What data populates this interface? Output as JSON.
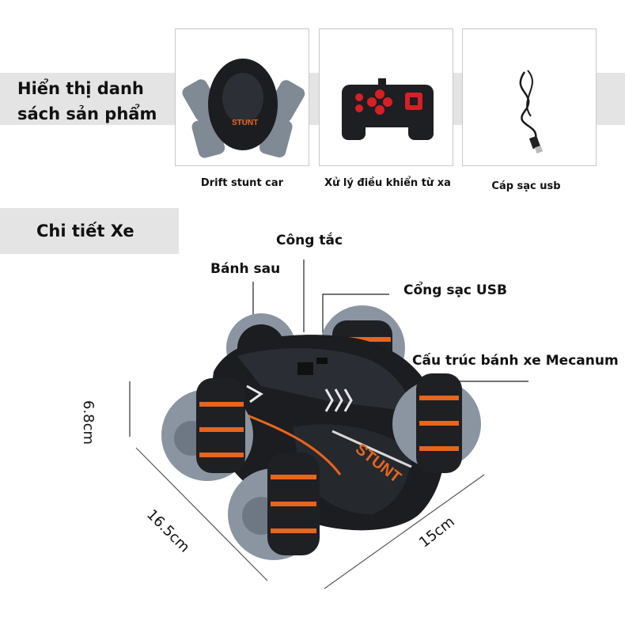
{
  "sections": {
    "products_title": "Hiển thị danh sách sản phẩm",
    "details_title": "Chi tiết Xe"
  },
  "products": [
    {
      "caption": "Drift stunt car",
      "icon": "stunt-car-icon"
    },
    {
      "caption": "Xử lý điều khiển từ xa",
      "icon": "remote-controller-icon"
    },
    {
      "caption": "Cáp sạc usb",
      "icon": "usb-cable-icon"
    }
  ],
  "callouts": {
    "switch": "Công tắc",
    "rear_wheel": "Bánh sau",
    "usb_port": "Cổng sạc USB",
    "mecanum": "Cấu trúc bánh xe Mecanum"
  },
  "dimensions": {
    "height": "6.8cm",
    "length": "16.5cm",
    "width": "15cm"
  },
  "car_decal": "STUNT",
  "colors": {
    "panel_gray": "#e4e4e4",
    "car_body": "#1b1d21",
    "wheel_gray": "#8a95a1",
    "accent_orange": "#e8651c"
  }
}
